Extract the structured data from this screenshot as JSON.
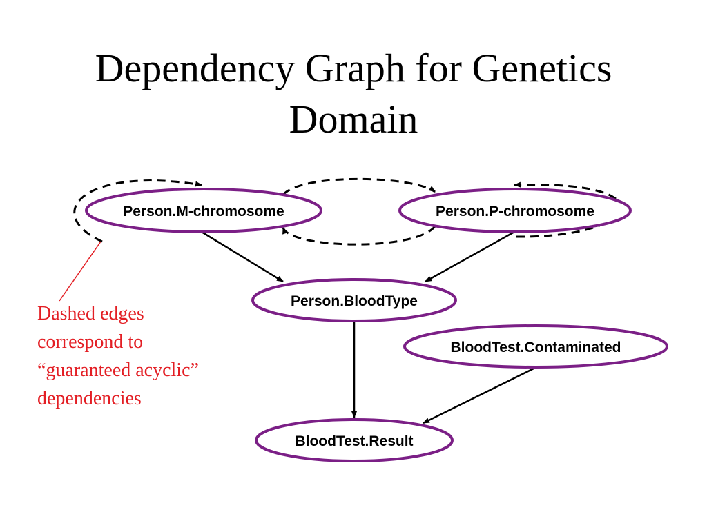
{
  "title": {
    "line1": "Dependency Graph for Genetics",
    "line2": "Domain"
  },
  "nodes": {
    "m_chromosome": "Person.M-chromosome",
    "p_chromosome": "Person.P-chromosome",
    "blood_type": "Person.BloodType",
    "contaminated": "BloodTest.Contaminated",
    "result": "BloodTest.Result"
  },
  "annotation": {
    "line1": "Dashed edges",
    "line2": "correspond to",
    "line3": "“guaranteed acyclic”",
    "line4": "dependencies"
  },
  "colors": {
    "node_border": "#7b1f86",
    "annotation_text": "#e31e24",
    "edge": "#000000"
  }
}
